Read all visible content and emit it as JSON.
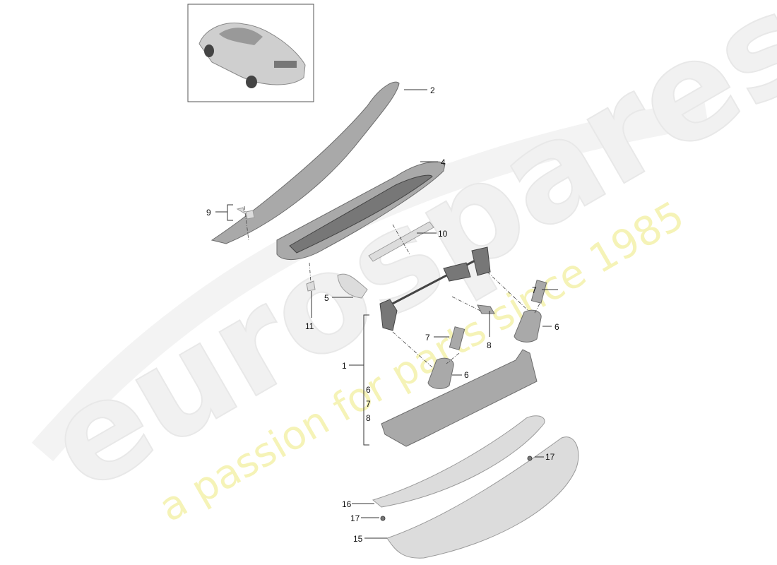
{
  "watermark": {
    "brand": "eurospares",
    "tagline": "a passion for parts since 1985",
    "tagline_color": "#f3f0a0",
    "brand_color": "#eeeeee"
  },
  "thumbnail": {
    "subject": "car-rear-view"
  },
  "callouts": {
    "c2": "2",
    "c4": "4",
    "c9": "9",
    "c10": "10",
    "c5": "5",
    "c11": "11",
    "c7a": "7",
    "c6a": "6",
    "c8a": "8",
    "c7b": "7",
    "c6b": "6",
    "c1": "1",
    "c1_6": "6",
    "c1_7": "7",
    "c1_8": "8",
    "c17a": "17",
    "c16": "16",
    "c17b": "17",
    "c15": "15"
  }
}
